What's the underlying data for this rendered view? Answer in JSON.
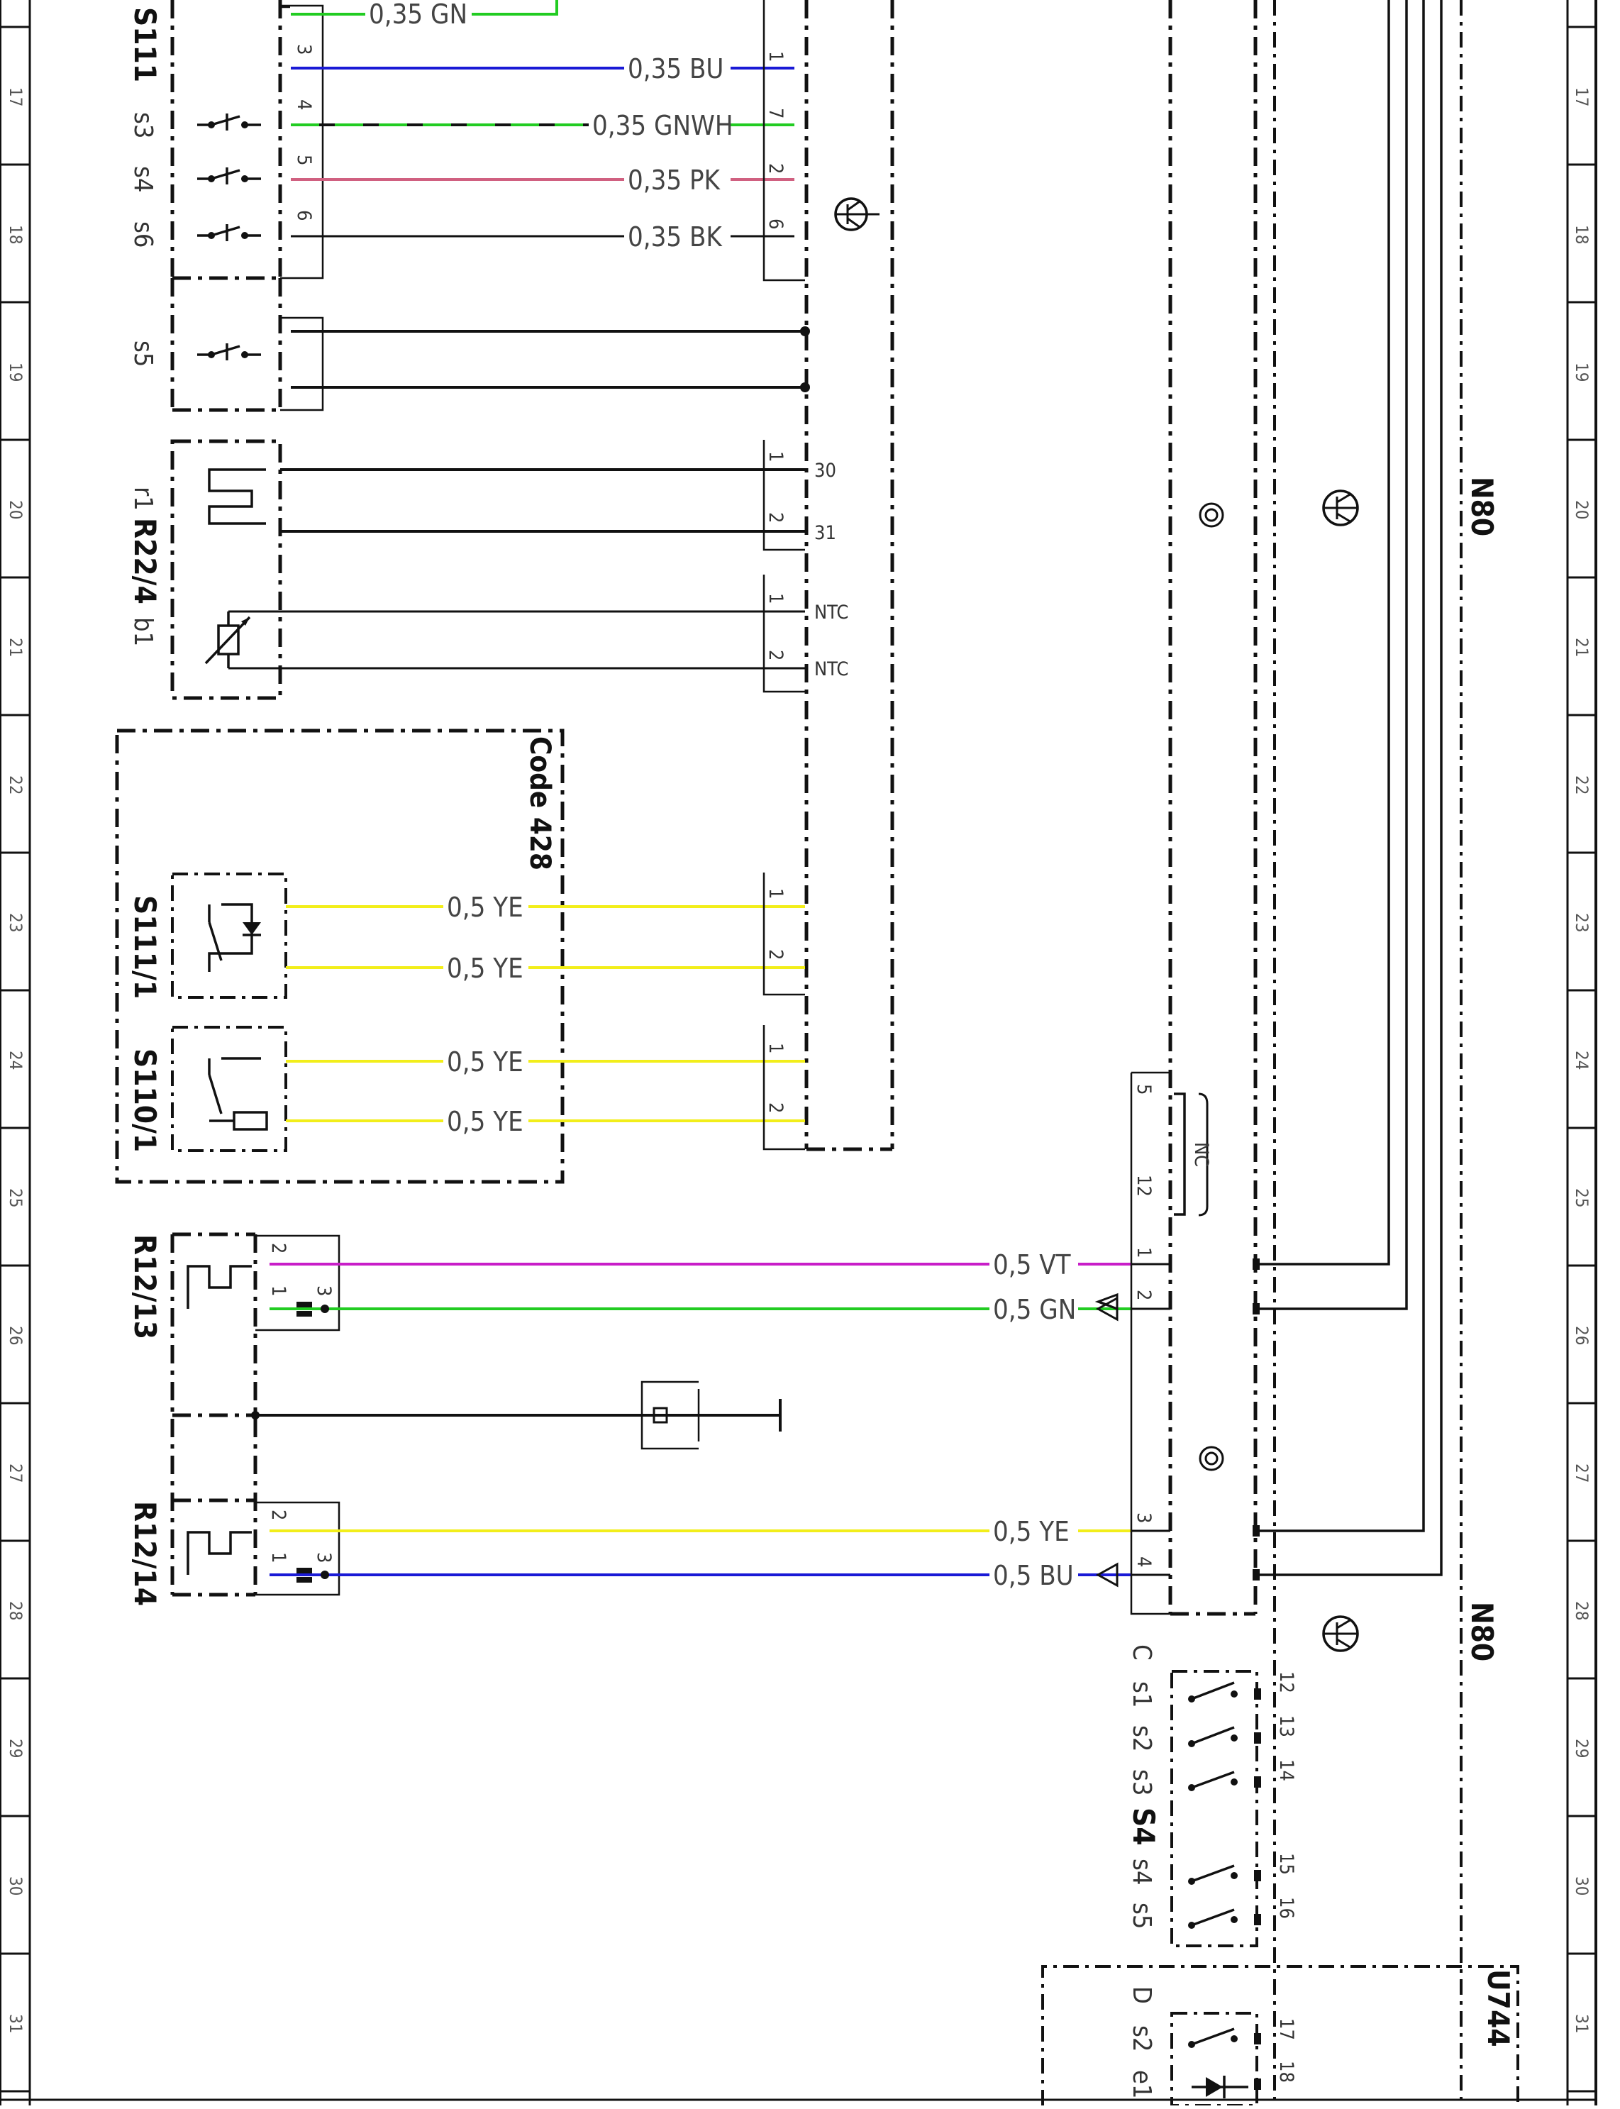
{
  "grid": {
    "rows": [
      "17",
      "18",
      "19",
      "20",
      "21",
      "22",
      "23",
      "24",
      "25",
      "26",
      "27",
      "28",
      "29",
      "30",
      "31"
    ]
  },
  "components": {
    "s111": {
      "name": "S111",
      "sub": [
        "s3",
        "s4",
        "s6",
        "s5"
      ]
    },
    "r22_4": {
      "name": "R22/4",
      "r1": "r1",
      "b1": "b1"
    },
    "code428": {
      "label": "Code 428"
    },
    "s111_1": {
      "name": "S111/1"
    },
    "s110_1": {
      "name": "S110/1"
    },
    "r12_13": {
      "name": "R12/13"
    },
    "r12_14": {
      "name": "R12/14"
    },
    "n80": {
      "name": "N80"
    },
    "s4": {
      "name": "S4",
      "sub": [
        "s1",
        "s2",
        "s3",
        "s4",
        "s5"
      ],
      "c": "C"
    },
    "u744": {
      "name": "U744",
      "d": "D",
      "sub": [
        "s2",
        "e1"
      ]
    }
  },
  "wires": [
    {
      "label": "0,35 GN",
      "color": "#22cc22"
    },
    {
      "label": "0,35 BU",
      "color": "#1a1ad6"
    },
    {
      "label": "0,35 GNWH",
      "color": "#22cc22"
    },
    {
      "label": "0,35 PK",
      "color": "#d06080"
    },
    {
      "label": "0,35 BK",
      "color": "#111111"
    },
    {
      "label": "0,5 YE",
      "color": "#f2ee1a"
    },
    {
      "label": "0,5 YE",
      "color": "#f2ee1a"
    },
    {
      "label": "0,5 YE",
      "color": "#f2ee1a"
    },
    {
      "label": "0,5 YE",
      "color": "#f2ee1a"
    },
    {
      "label": "0,5 VT",
      "color": "#c81ec8"
    },
    {
      "label": "0,5 GN",
      "color": "#22cc22"
    },
    {
      "label": "0,5 YE",
      "color": "#f2ee1a"
    },
    {
      "label": "0,5 BU",
      "color": "#1a1ad6"
    }
  ],
  "pins": {
    "s111_left": [
      "3",
      "4",
      "5",
      "6"
    ],
    "conn_a": [
      "1",
      "7",
      "2",
      "6"
    ],
    "r22_conn": [
      "1",
      "2",
      "1",
      "2"
    ],
    "r22_terms": [
      "30",
      "31",
      "NTC",
      "NTC"
    ],
    "code_conn": [
      "1",
      "2",
      "1",
      "2"
    ],
    "r12_13": [
      "2",
      "1",
      "3"
    ],
    "r12_14": [
      "2",
      "1",
      "3"
    ],
    "n80_conn": [
      "5",
      "12",
      "1",
      "2",
      "3",
      "4"
    ],
    "nc": "NC",
    "s4_pins": [
      "12",
      "13",
      "14",
      "15",
      "16"
    ],
    "u744_pins": [
      "17",
      "18"
    ]
  }
}
